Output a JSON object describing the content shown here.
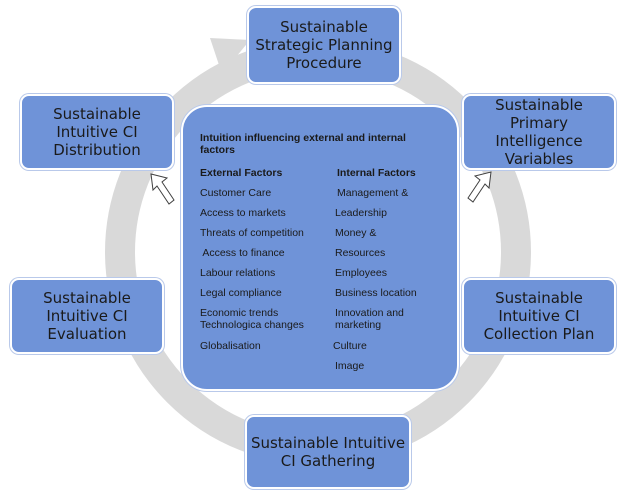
{
  "colors": {
    "box_fill": "#6f93d8",
    "ring": "#d9d9d9",
    "border": "#ffffff"
  },
  "steps": {
    "planning": [
      "Sustainable",
      "Strategic Planning",
      "Procedure"
    ],
    "variables": [
      "Sustainable Primary",
      "Intelligence",
      "Variables"
    ],
    "collection": [
      "Sustainable",
      "Intuitive CI",
      "Collection Plan"
    ],
    "gathering": [
      "Sustainable Intuitive",
      "CI Gathering"
    ],
    "evaluation": [
      "Sustainable",
      "Intuitive CI",
      "Evaluation"
    ],
    "distribution": [
      "Sustainable",
      "Intuitive CI",
      "Distribution"
    ]
  },
  "center": {
    "title": "Intuition influencing  external and internal factors",
    "external_header": "External Factors",
    "internal_header": "Internal Factors",
    "external": [
      "Customer Care",
      "Access to markets",
      "Threats of competition",
      " Access to finance",
      "Labour relations",
      "Legal compliance",
      "Economic trends",
      "Technologica changes",
      "Globalisation"
    ],
    "internal": [
      "Management &",
      "Leadership",
      "Money &",
      "Resources",
      "Employees",
      "Business location",
      "Innovation and",
      "marketing",
      "Culture",
      "Image"
    ]
  }
}
